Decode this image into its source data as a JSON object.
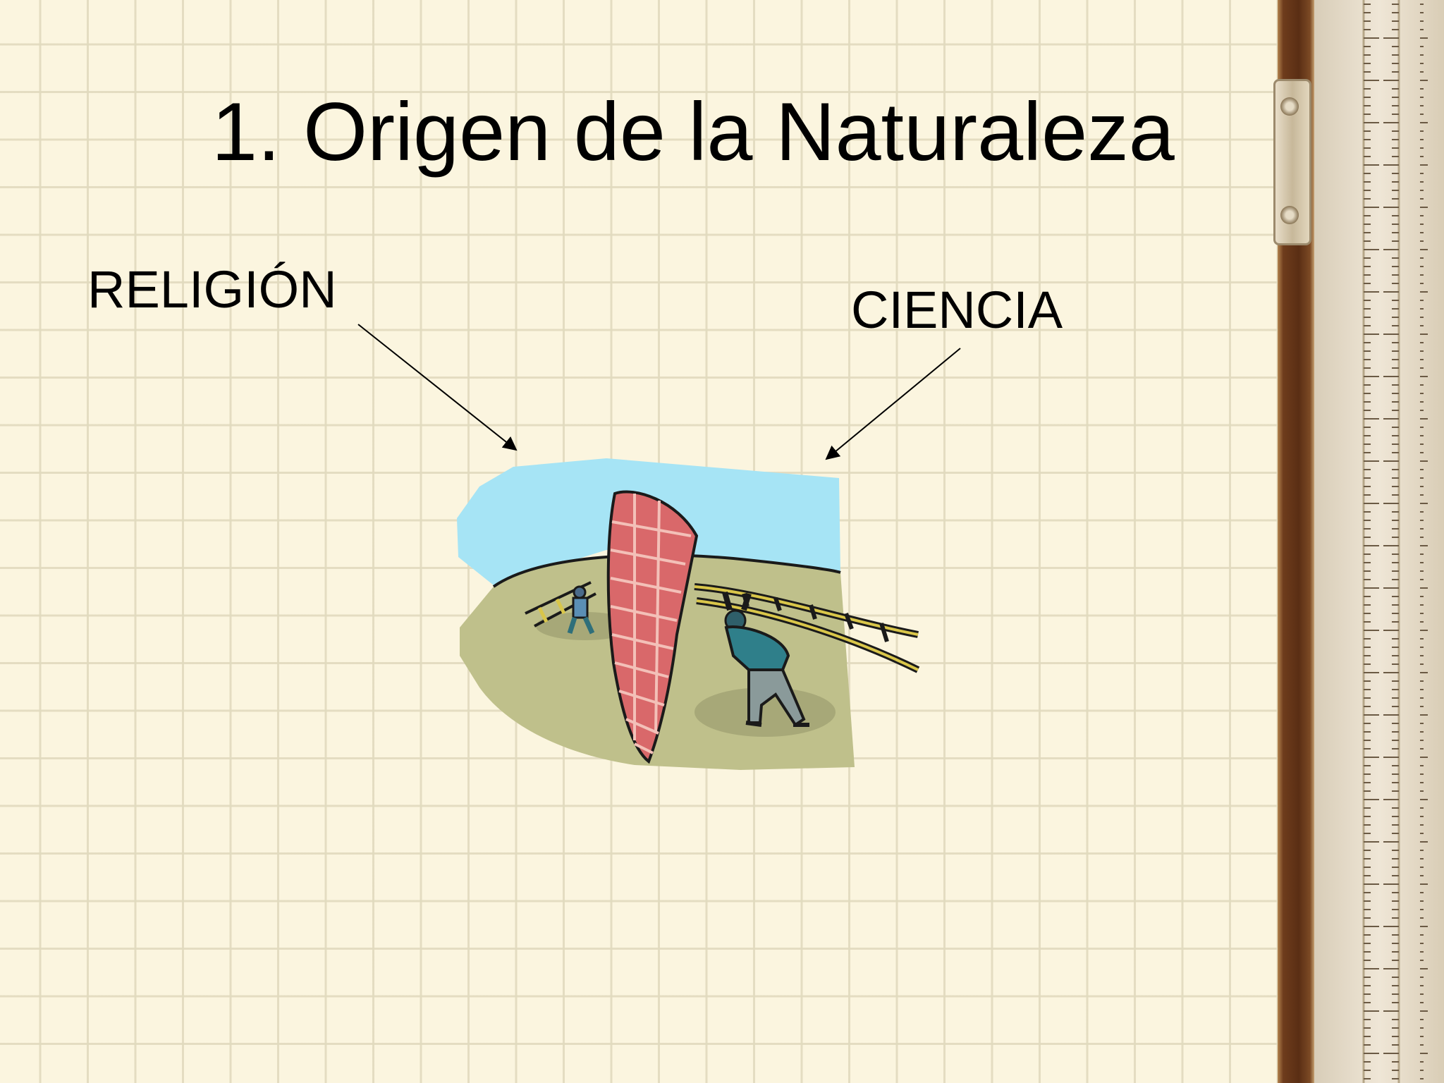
{
  "slide": {
    "title": "1. Origen de la Naturaleza",
    "labels": {
      "religion": "RELIGIÓN",
      "ciencia": "CIENCIA"
    }
  },
  "illustration": {
    "description_icon": "ladder-workers-clipart"
  },
  "colors": {
    "paper": "#fbf5df",
    "grid": "#e1dabe",
    "sky": "#a6e4f5",
    "ground": "#bfc08b",
    "arch": "#d9686a"
  }
}
